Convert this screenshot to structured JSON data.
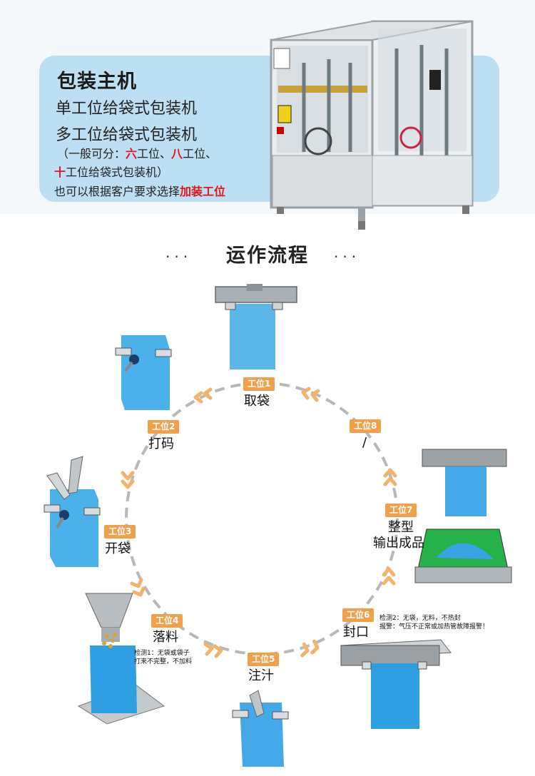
{
  "header": {
    "title": "包装主机",
    "line1": "单工位给袋式包装机",
    "line2": "多工位给袋式包装机",
    "line3_prefix": "（一般可分：",
    "line3_red1": "六",
    "line3_mid1": "工位、",
    "line3_red2": "八",
    "line3_mid2": "工位、",
    "line4_red": "十",
    "line4_rest": "工位给袋式包装机）",
    "line5_prefix": "也可以根据客户要求选择",
    "line5_red": "加装工位"
  },
  "section": {
    "title": "运作流程",
    "dots_left": "···",
    "dots_right": "···"
  },
  "stations": [
    {
      "tag": "工位1",
      "label": "取袋"
    },
    {
      "tag": "工位2",
      "label": "打码"
    },
    {
      "tag": "工位3",
      "label": "开袋"
    },
    {
      "tag": "工位4",
      "label": "落料"
    },
    {
      "tag": "工位5",
      "label": "注汁"
    },
    {
      "tag": "工位6",
      "label": "封口"
    },
    {
      "tag": "工位7",
      "label": "整型",
      "label2": "输出成品"
    },
    {
      "tag": "工位8",
      "label": "/"
    }
  ],
  "notes": {
    "detect1_line1": "检测1：无袋或袋子",
    "detect1_line2": "打来不完整，不加料",
    "detect2_line1": "检测2：无袋，无料，不热封",
    "detect2_line2": "报警：气压不正常或加热管故障报警！"
  },
  "colors": {
    "panel": "#bcdff3",
    "tag": "#f0a04b",
    "arrow": "#f3b26a",
    "circle": "#b8b8b8",
    "bag": "#39a6e6",
    "emphasis_red": "#e8121a"
  }
}
